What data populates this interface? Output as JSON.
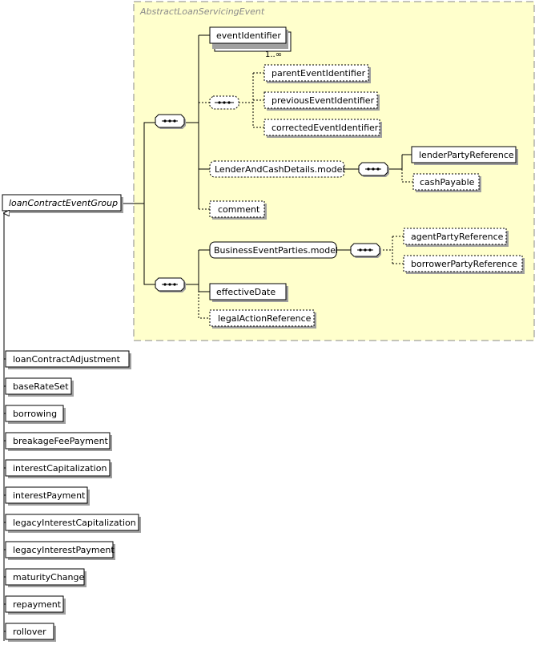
{
  "abstract_type": {
    "title": "AbstractLoanServicingEvent"
  },
  "group": {
    "label": "loanContractEventGroup"
  },
  "elements": {
    "event_identifier": "eventIdentifier",
    "event_identifier_cardinality": "1..∞",
    "parent_event_identifier": "parentEventIdentifier",
    "previous_event_identifier": "previousEventIdentifier",
    "corrected_event_identifier": "correctedEventIdentifier",
    "lender_and_cash_details": "LenderAndCashDetails.model",
    "lender_party_reference": "lenderPartyReference",
    "cash_payable": "cashPayable",
    "comment": "comment",
    "business_event_parties": "BusinessEventParties.model",
    "agent_party_reference": "agentPartyReference",
    "borrower_party_reference": "borrowerPartyReference",
    "effective_date": "effectiveDate",
    "legal_action_reference": "legalActionReference"
  },
  "derived_types": [
    "loanContractAdjustment",
    "baseRateSet",
    "borrowing",
    "breakageFeePayment",
    "interestCapitalization",
    "interestPayment",
    "legacyInterestCapitalization",
    "legacyInterestPayment",
    "maturityChange",
    "repayment",
    "rollover"
  ],
  "colors": {
    "abstract_fill": "#ffffcc",
    "abstract_border": "#8a8a8a",
    "line": "#000000",
    "shadow": "#a0a0a0"
  }
}
